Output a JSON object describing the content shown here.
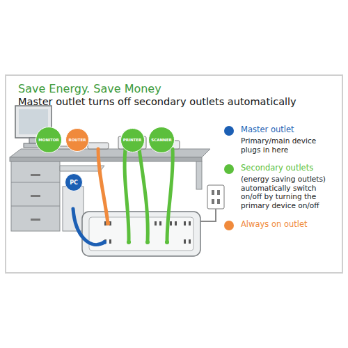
{
  "diagram": {
    "title": "Save Energy. Save Money",
    "nodes": [
      {
        "text": [
          "MONITOR"
        ]
      },
      {
        "text": [
          "ROUTER"
        ]
      },
      {
        "text": [
          "PRINTER"
        ]
      },
      {
        "text": [
          "SCANNER"
        ]
      },
      {
        "text": [
          "PC"
        ]
      }
    ],
    "labels": [
      "Master outlet turns off secondary outlets automatically",
      "Primary/main device plugs in here",
      "(energy saving outlets) automatically switch on/off by turning the primary device on/off"
    ],
    "legend": [
      {
        "text": "Master outlet",
        "color": "#1c5fb4"
      },
      {
        "text": "Secondary outlets",
        "color": "#5cbf3c"
      },
      {
        "text": "Always on outlet",
        "color": "#f08a3c"
      }
    ]
  }
}
